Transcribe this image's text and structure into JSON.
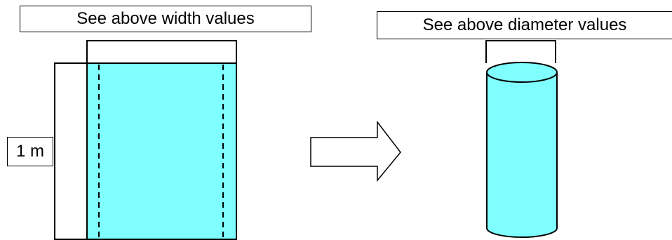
{
  "labels": {
    "width": "See above width values",
    "diameter": "See above diameter values",
    "height": "1 m"
  },
  "colors": {
    "water": "#7fffff",
    "stroke": "#000000",
    "background": "#ffffff"
  },
  "shapes": {
    "left": "rectangular block with dashed inner column boundaries",
    "arrow": "right-pointing outline arrow",
    "right": "cylinder"
  }
}
